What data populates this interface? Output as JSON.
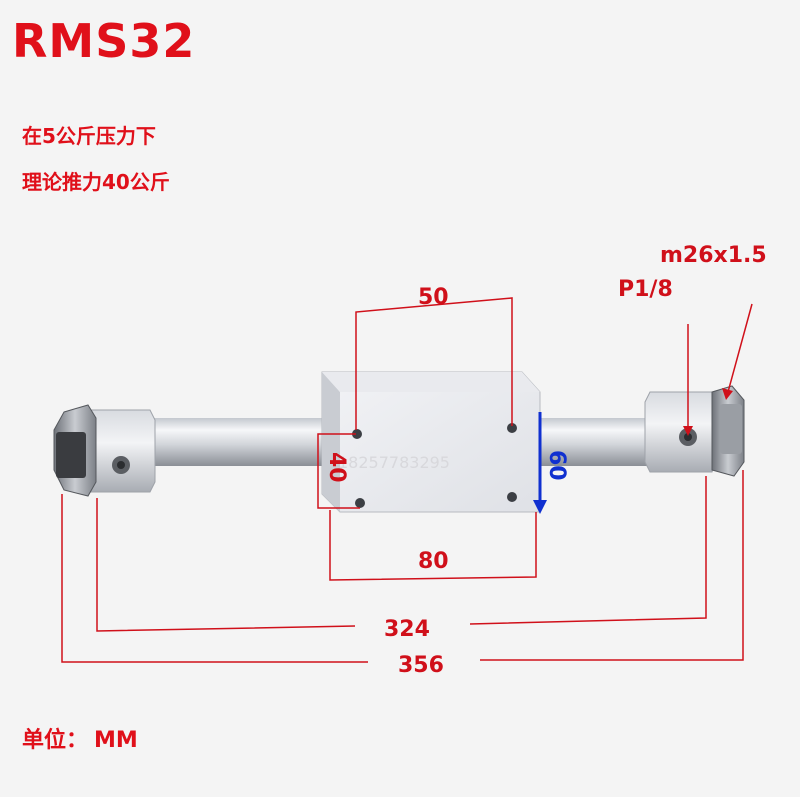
{
  "title": "RMS32",
  "notes": [
    "在5公斤压力下",
    "理论推力40公斤"
  ],
  "unit_label": "单位：",
  "unit_value": "MM",
  "watermark": "18257783295",
  "dimensions": {
    "block_hole_spacing": "50",
    "block_hole_height": "40",
    "block_height": "60",
    "block_length": "80",
    "end_cap_spacing": "324",
    "overall_length": "356",
    "port_thread": "P1/8",
    "nut_thread": "m26x1.5"
  },
  "colors": {
    "dimension_red": "#d0101a",
    "dimension_blue": "#1030d0",
    "title_red": "#e0101a"
  }
}
